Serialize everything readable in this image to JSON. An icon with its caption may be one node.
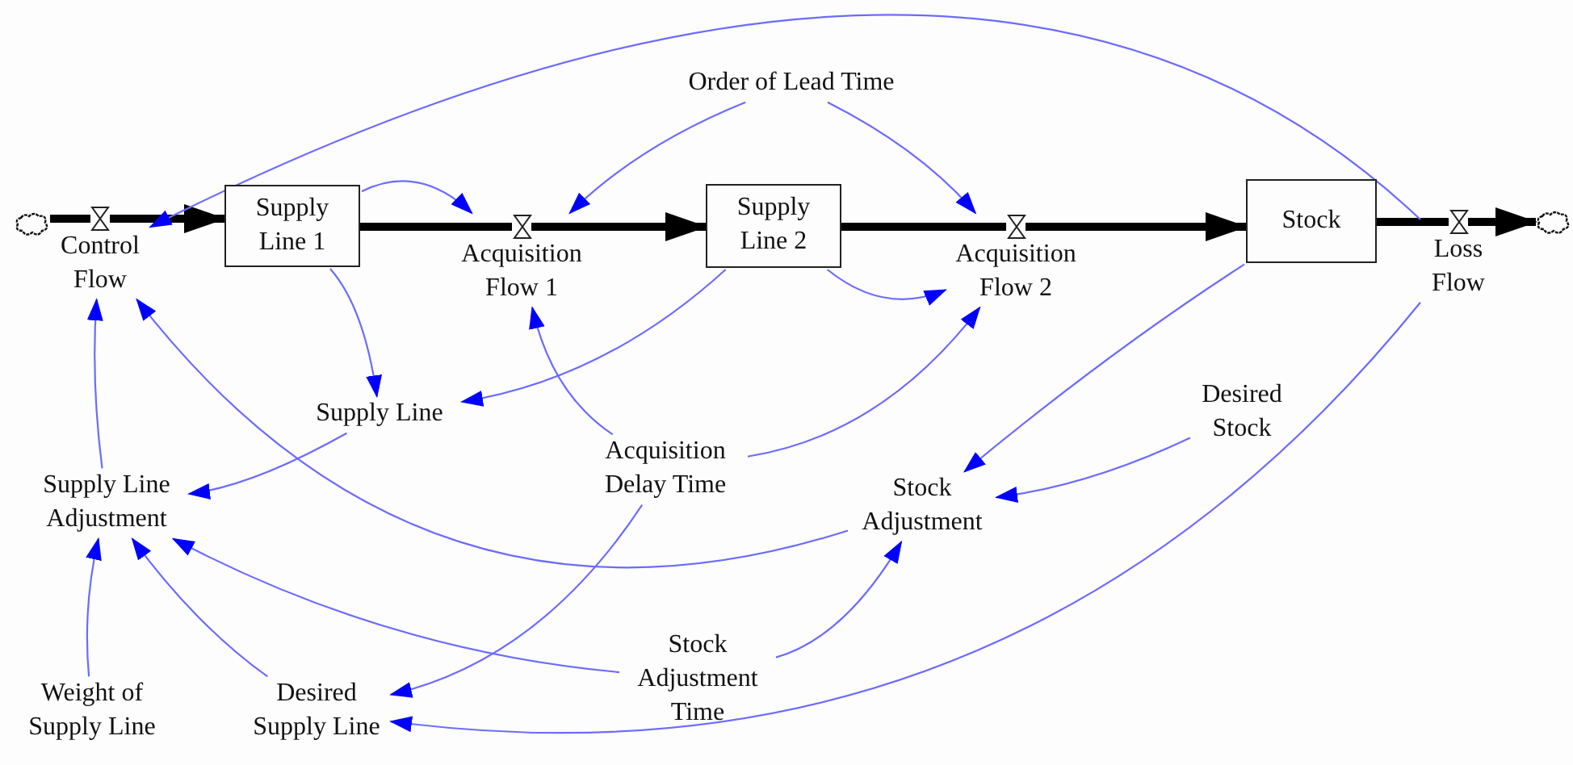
{
  "diagram": {
    "nodes": [
      {
        "text": [],
        "shape": "cloud"
      },
      {
        "text": [
          "Control Flow"
        ]
      },
      {
        "text": [
          "Supply Line 1"
        ]
      },
      {
        "text": [
          "Acquisition Flow 1"
        ]
      },
      {
        "text": [
          "Supply Line 2"
        ]
      },
      {
        "text": [
          "Acquisition Flow 2"
        ]
      },
      {
        "text": [
          "Stock"
        ]
      },
      {
        "text": [
          "Loss Flow"
        ]
      },
      {
        "text": [],
        "shape": "cloud"
      },
      {
        "text": [
          "Order of Lead Time"
        ]
      },
      {
        "text": [
          "Supply Line"
        ]
      },
      {
        "text": [
          "Acquisition Delay Time"
        ]
      },
      {
        "text": [
          "Desired Stock"
        ]
      },
      {
        "text": [
          "Supply Line Adjustment"
        ]
      },
      {
        "text": [
          "Stock Adjustment"
        ]
      },
      {
        "text": [
          "Weight of Supply Line"
        ]
      },
      {
        "text": [
          "Desired Supply Line"
        ]
      },
      {
        "text": [
          "Stock Adjustment Time"
        ]
      }
    ],
    "edges": [
      {
        "from": 0,
        "to": 1,
        "arrow": "none",
        "style": "thick",
        "color": "#000000"
      },
      {
        "from": 1,
        "to": 2,
        "arrow": "to",
        "style": "thick",
        "color": "#000000"
      },
      {
        "from": 2,
        "to": 3,
        "arrow": "none",
        "style": "thick",
        "color": "#000000"
      },
      {
        "from": 3,
        "to": 4,
        "arrow": "to",
        "style": "thick",
        "color": "#000000"
      },
      {
        "from": 4,
        "to": 5,
        "arrow": "none",
        "style": "thick",
        "color": "#000000"
      },
      {
        "from": 5,
        "to": 6,
        "arrow": "to",
        "style": "thick",
        "color": "#000000"
      },
      {
        "from": 6,
        "to": 7,
        "arrow": "none",
        "style": "thick",
        "color": "#000000"
      },
      {
        "from": 7,
        "to": 8,
        "arrow": "to",
        "style": "thick",
        "color": "#000000"
      },
      {
        "from": 7,
        "to": 1,
        "arrow": "to"
      },
      {
        "from": 2,
        "to": 3,
        "arrow": "to"
      },
      {
        "from": 9,
        "to": 3,
        "arrow": "to"
      },
      {
        "from": 9,
        "to": 5,
        "arrow": "to"
      },
      {
        "from": 2,
        "to": 10,
        "arrow": "to"
      },
      {
        "from": 4,
        "to": 10,
        "arrow": "to"
      },
      {
        "from": 4,
        "to": 5,
        "arrow": "to"
      },
      {
        "from": 11,
        "to": 3,
        "arrow": "to"
      },
      {
        "from": 11,
        "to": 5,
        "arrow": "to"
      },
      {
        "from": 11,
        "to": 16,
        "arrow": "to"
      },
      {
        "from": 6,
        "to": 14,
        "arrow": "to"
      },
      {
        "from": 12,
        "to": 14,
        "arrow": "to"
      },
      {
        "from": 10,
        "to": 13,
        "arrow": "to"
      },
      {
        "from": 13,
        "to": 1,
        "arrow": "to"
      },
      {
        "from": 14,
        "to": 1,
        "arrow": "to"
      },
      {
        "from": 15,
        "to": 13,
        "arrow": "to"
      },
      {
        "from": 16,
        "to": 13,
        "arrow": "to"
      },
      {
        "from": 17,
        "to": 13,
        "arrow": "to"
      },
      {
        "from": 17,
        "to": 14,
        "arrow": "to"
      },
      {
        "from": 7,
        "to": 16,
        "arrow": "to"
      }
    ]
  }
}
